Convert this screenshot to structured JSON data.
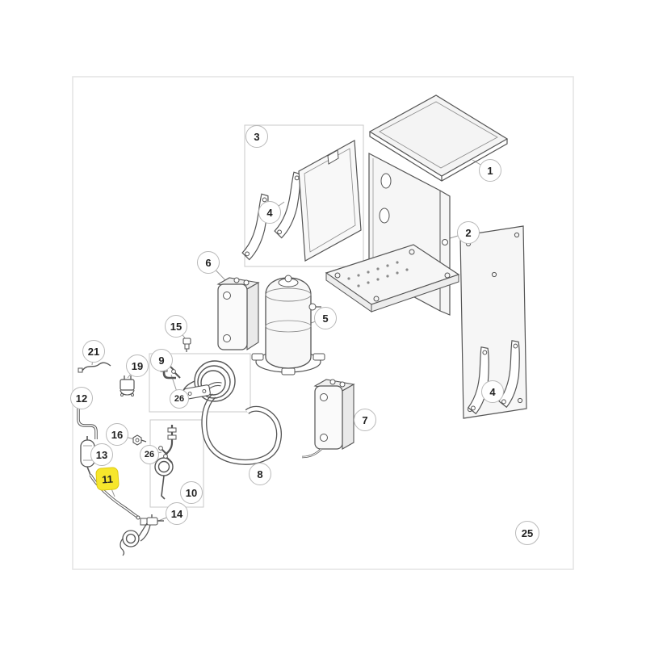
{
  "diagram": {
    "kind": "exploded-parts-diagram",
    "highlighted_part": "11",
    "colors": {
      "line": "#4f4f4f",
      "leader": "#9a9a9a",
      "balloon_fill": "#ffffff",
      "balloon_border": "#b9b9b9",
      "balloon_text": "#222222",
      "highlight_fill": "#f6e62c",
      "frame_border": "#e4e4e4"
    },
    "callouts": [
      {
        "label": "3"
      },
      {
        "label": "1"
      },
      {
        "label": "2"
      },
      {
        "label": "4"
      },
      {
        "label": "6"
      },
      {
        "label": "5"
      },
      {
        "label": "15"
      },
      {
        "label": "21"
      },
      {
        "label": "9"
      },
      {
        "label": "19"
      },
      {
        "label": "4"
      },
      {
        "label": "12"
      },
      {
        "label": "26"
      },
      {
        "label": "7"
      },
      {
        "label": "16"
      },
      {
        "label": "13"
      },
      {
        "label": "26"
      },
      {
        "label": "8"
      },
      {
        "label": "11"
      },
      {
        "label": "10"
      },
      {
        "label": "14"
      },
      {
        "label": "25"
      }
    ]
  }
}
